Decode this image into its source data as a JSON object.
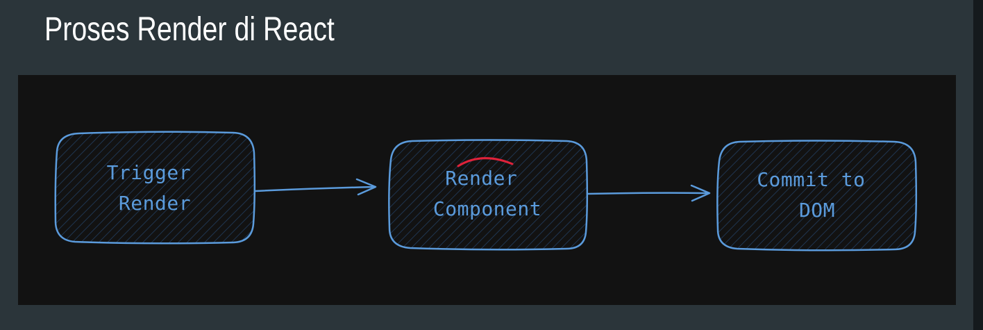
{
  "slide": {
    "title": "Proses Render di React"
  },
  "diagram": {
    "nodes": [
      {
        "id": "trigger",
        "lines": [
          "Trigger",
          "Render"
        ]
      },
      {
        "id": "render",
        "lines": [
          "Render",
          "Component"
        ]
      },
      {
        "id": "commit",
        "lines": [
          "Commit to",
          "DOM"
        ]
      }
    ],
    "edges": [
      {
        "from": "trigger",
        "to": "render"
      },
      {
        "from": "render",
        "to": "commit"
      }
    ],
    "colors": {
      "stroke": "#5b9bdc",
      "hatch": "#1f3550",
      "highlight": "#e0223a",
      "canvas": "#121212",
      "background": "#2b353a"
    }
  }
}
